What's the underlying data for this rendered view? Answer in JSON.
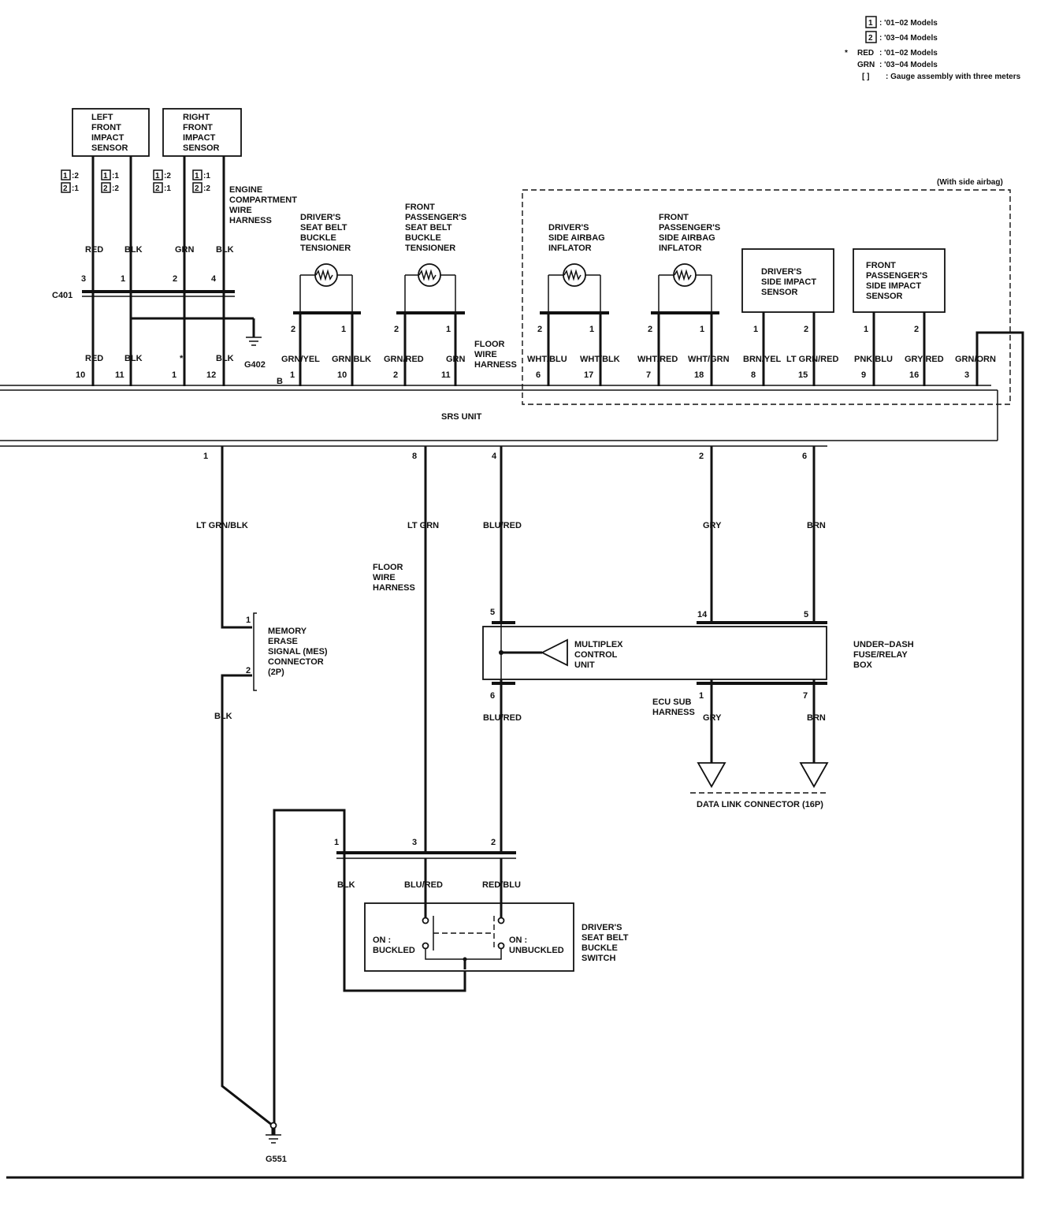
{
  "legend": {
    "m1_num": "1",
    "m1_text": ": '01−02 Models",
    "m2_num": "2",
    "m2_text": ": '03−04 Models",
    "star": "*",
    "red_code": "RED",
    "red_text": ": '01−02 Models",
    "grn_code": "GRN",
    "grn_text": ": '03−04 Models",
    "bracket": "[    ]",
    "bracket_text": ": Gauge assembly with three meters"
  },
  "side_airbag_label": "(With side airbag)",
  "sensors": {
    "left_front_impact": [
      "LEFT",
      "FRONT",
      "IMPACT",
      "SENSOR"
    ],
    "right_front_impact": [
      "RIGHT",
      "FRONT",
      "IMPACT",
      "SENSOR"
    ]
  },
  "model_pins": {
    "l1a": ":2",
    "l1b": ":1",
    "l2a": ":1",
    "l2b": ":2",
    "r1a": ":2",
    "r1b": ":1",
    "r2a": ":1",
    "r2b": ":2",
    "n1": "1",
    "n2": "2"
  },
  "harness": {
    "engine_compartment": [
      "ENGINE",
      "COMPARTMENT",
      "WIRE",
      "HARNESS"
    ],
    "floor_top": [
      "FLOOR",
      "WIRE",
      "HARNESS"
    ],
    "floor_mid": [
      "FLOOR",
      "WIRE",
      "HARNESS"
    ],
    "ecu_sub": [
      "ECU SUB",
      "HARNESS"
    ]
  },
  "components": {
    "driver_tensioner": [
      "DRIVER'S",
      "SEAT BELT",
      "BUCKLE",
      "TENSIONER"
    ],
    "passenger_tensioner": [
      "FRONT",
      "PASSENGER'S",
      "SEAT BELT",
      "BUCKLE",
      "TENSIONER"
    ],
    "driver_side_inflator": [
      "DRIVER'S",
      "SIDE AIRBAG",
      "INFLATOR"
    ],
    "passenger_side_inflator": [
      "FRONT",
      "PASSENGER'S",
      "SIDE AIRBAG",
      "INFLATOR"
    ],
    "driver_side_sensor": [
      "DRIVER'S",
      "SIDE IMPACT",
      "SENSOR"
    ],
    "passenger_side_sensor": [
      "FRONT",
      "PASSENGER'S",
      "SIDE IMPACT",
      "SENSOR"
    ],
    "srs_unit": "SRS UNIT",
    "mes_connector": [
      "MEMORY",
      "ERASE",
      "SIGNAL (MES)",
      "CONNECTOR",
      "(2P)"
    ],
    "multiplex": [
      "MULTIPLEX",
      "CONTROL",
      "UNIT"
    ],
    "underdash": [
      "UNDER−DASH",
      "FUSE/RELAY",
      "BOX"
    ],
    "data_link": "DATA LINK CONNECTOR (16P)",
    "buckle_switch": [
      "DRIVER'S",
      "SEAT BELT",
      "BUCKLE",
      "SWITCH"
    ],
    "on_buckled": [
      "ON :",
      "BUCKLED"
    ],
    "on_unbuckled": [
      "ON :",
      "UNBUCKLED"
    ]
  },
  "connectors": {
    "c401": "C401",
    "g402": "G402",
    "g551": "G551",
    "b": "B"
  },
  "top_wires": {
    "colors": [
      "RED",
      "BLK",
      "GRN",
      "BLK",
      "RED",
      "BLK",
      "*",
      "BLK"
    ],
    "pins": [
      "3",
      "1",
      "2",
      "4",
      "10",
      "11",
      "1",
      "12"
    ]
  },
  "module_wires": {
    "colors": [
      "GRN/YEL",
      "GRN/BLK",
      "GRN/RED",
      "GRN",
      "WHT/BLU",
      "WHT/BLK",
      "WHT/RED",
      "WHT/GRN",
      "BRN/YEL",
      "LT GRN/RED",
      "PNK/BLU",
      "GRY/RED",
      "GRN/ORN"
    ],
    "comp_pins": [
      "2",
      "1",
      "2",
      "1",
      "2",
      "1",
      "2",
      "1",
      "1",
      "2",
      "1",
      "2"
    ],
    "srs_pins": [
      "1",
      "10",
      "2",
      "11",
      "6",
      "17",
      "7",
      "18",
      "8",
      "15",
      "9",
      "16",
      "3"
    ]
  },
  "lower_wires": {
    "pins": [
      "1",
      "8",
      "4",
      "2",
      "6"
    ],
    "colors": [
      "LT GRN/BLK",
      "LT GRN",
      "BLU/RED",
      "GRY",
      "BRN"
    ]
  },
  "mes": {
    "pin1": "1",
    "pin2": "2",
    "out_color": "BLK"
  },
  "multiplex_pins": {
    "top": "5",
    "bottom": "6",
    "bottom_color": "BLU/RED"
  },
  "underdash_pins": {
    "p14": "14",
    "p5": "5",
    "p1": "1",
    "p7": "7",
    "c1": "GRY",
    "c7": "BRN"
  },
  "buckle": {
    "pins": [
      "1",
      "3",
      "2"
    ],
    "colors": [
      "BLK",
      "BLU/RED",
      "RED/BLU"
    ]
  }
}
